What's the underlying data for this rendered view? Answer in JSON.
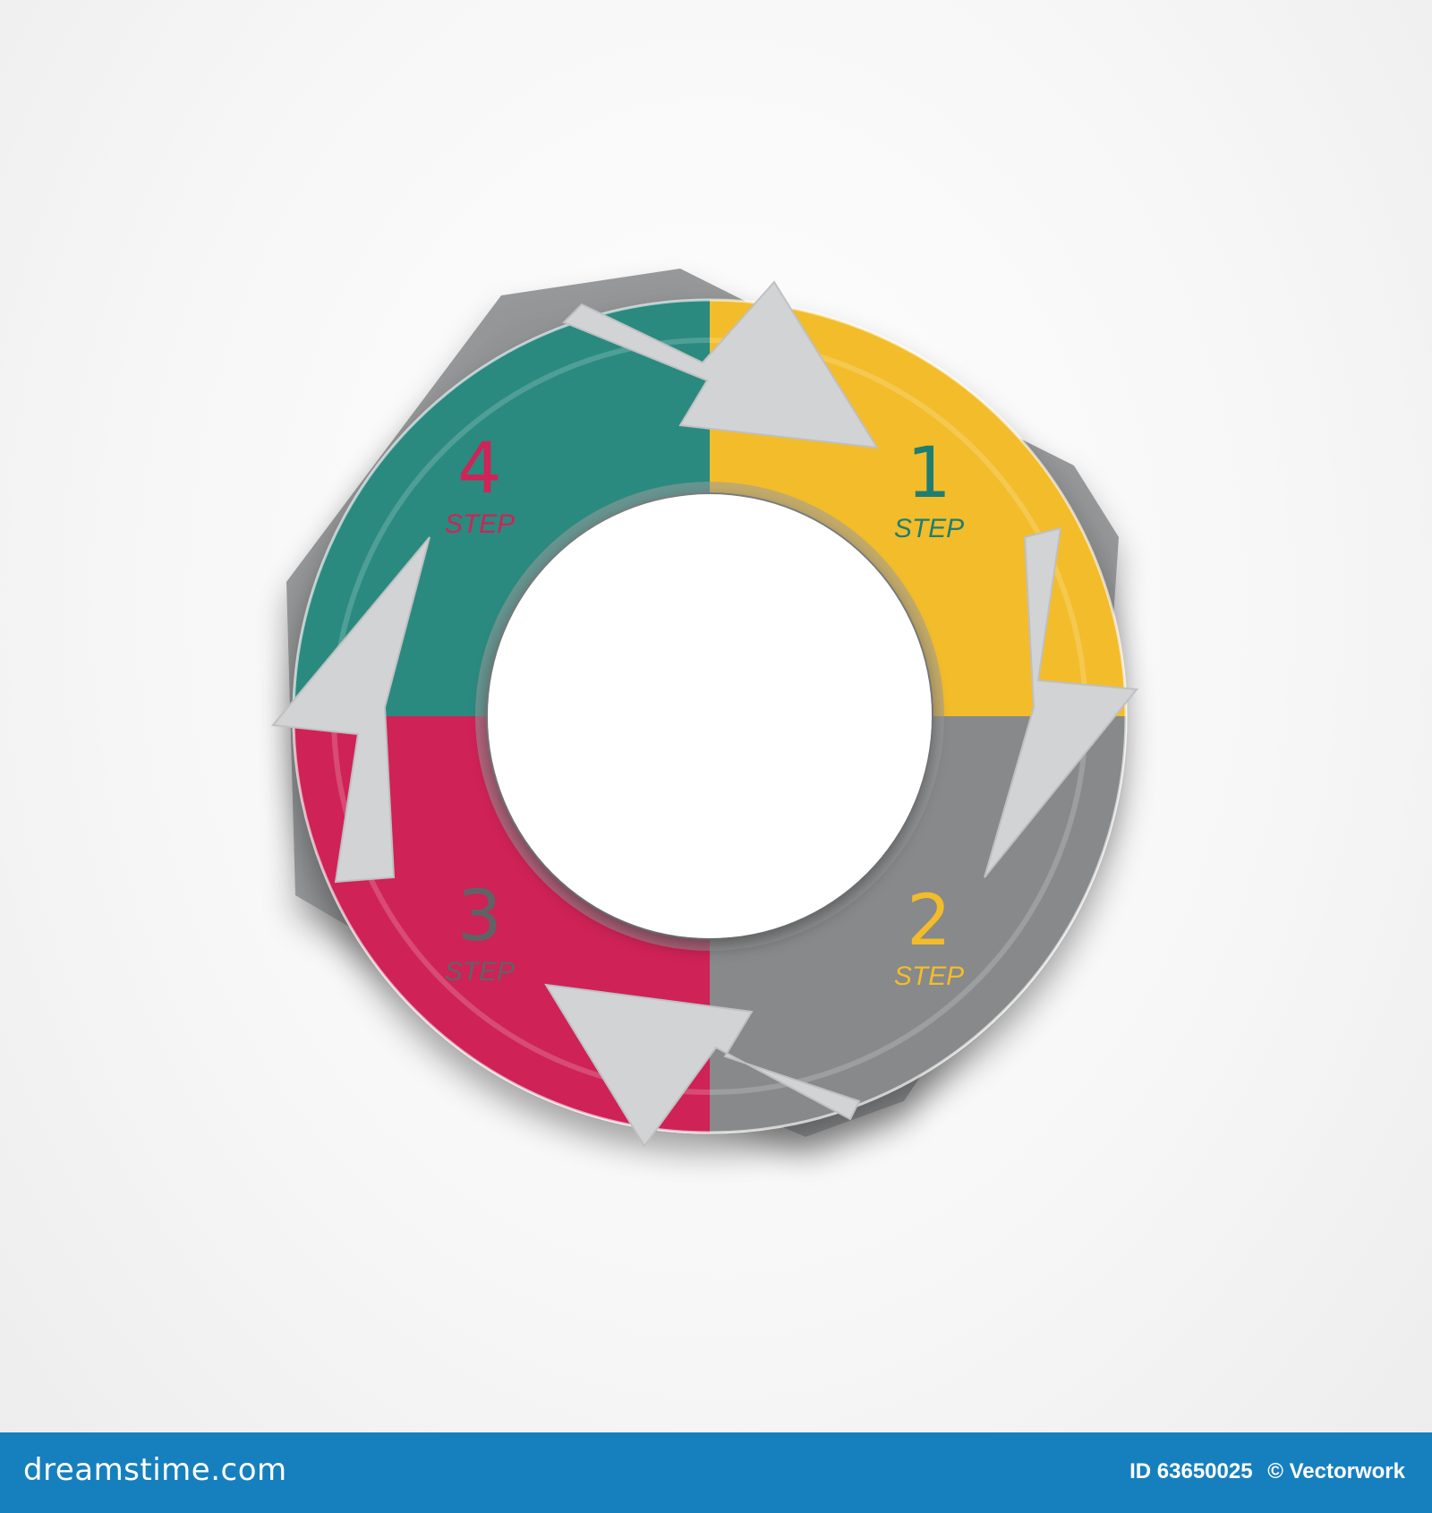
{
  "steps": [
    {
      "number": "1",
      "label": "STEP",
      "segment_color": "#f3bc2a",
      "text_color": "#1f7e72"
    },
    {
      "number": "2",
      "label": "STEP",
      "segment_color": "#87898a",
      "text_color": "#f3bc2a"
    },
    {
      "number": "3",
      "label": "STEP",
      "segment_color": "#cf2457",
      "text_color": "#606366"
    },
    {
      "number": "4",
      "label": "STEP",
      "segment_color": "#2a8a7f",
      "text_color": "#cf2457"
    }
  ],
  "arrow_color": "#d2d3d4",
  "watermark": {
    "brand": "dreamstime.com",
    "image_id": "ID 63650025",
    "author": "© Vectorwork",
    "bar_color": "#1680bf"
  }
}
